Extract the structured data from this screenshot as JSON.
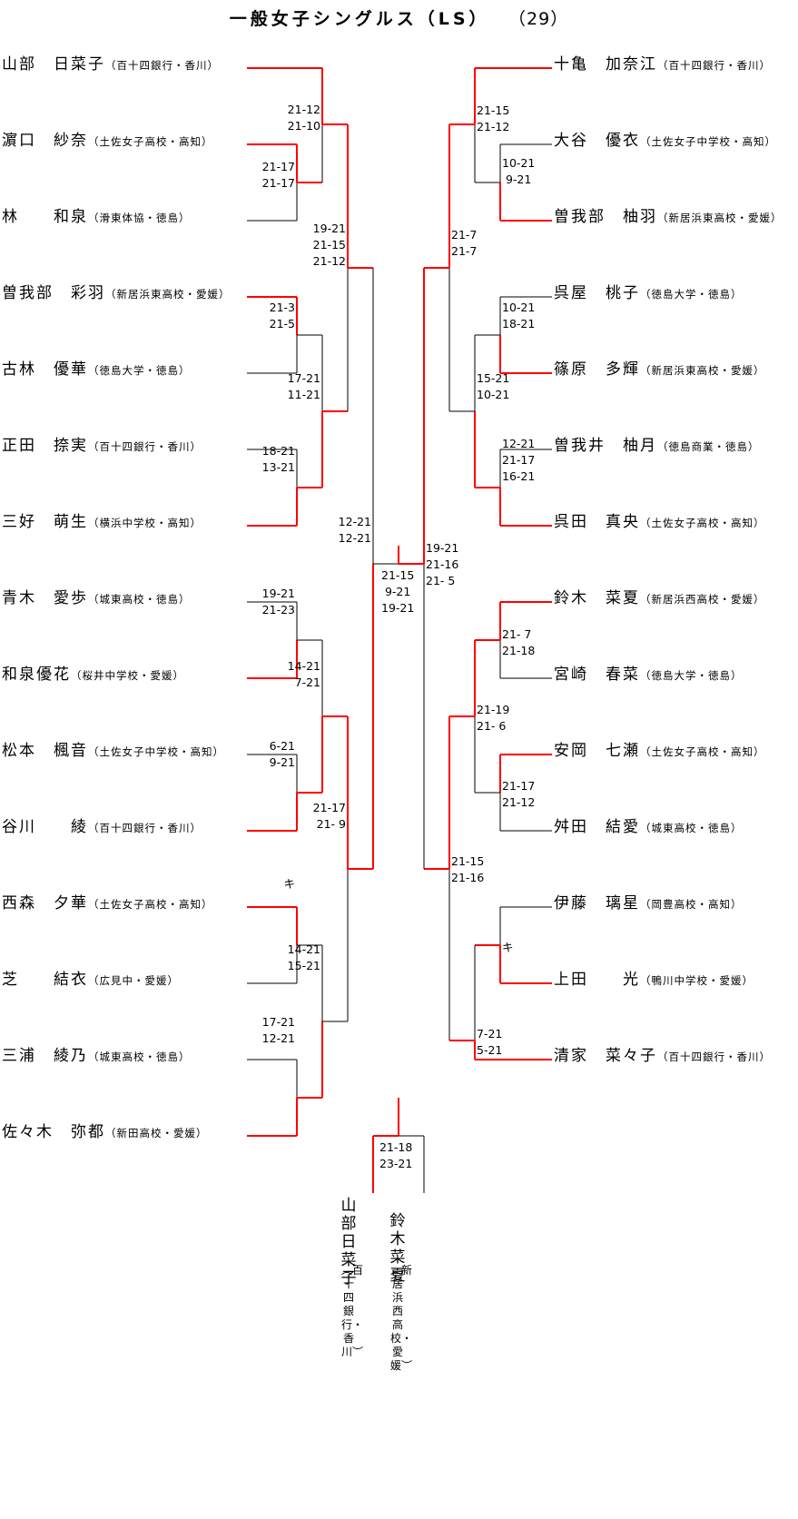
{
  "title": {
    "main": "一般女子シングルス（LS）",
    "count": "（29）"
  },
  "colors": {
    "win": "#ff0000",
    "line": "#000000"
  },
  "left_players": [
    {
      "name": "山部　日菜子",
      "team": "（百十四銀行・香川）"
    },
    {
      "name": "濵口　紗奈",
      "team": "（土佐女子高校・高知）"
    },
    {
      "name": "林　　和泉",
      "team": "（滑東体協・徳島）"
    },
    {
      "name": "曽我部　彩羽",
      "team": "（新居浜東高校・愛媛）"
    },
    {
      "name": "古林　優華",
      "team": "（徳島大学・徳島）"
    },
    {
      "name": "正田　捺実",
      "team": "（百十四銀行・香川）"
    },
    {
      "name": "三好　萌生",
      "team": "（横浜中学校・高知）"
    },
    {
      "name": "青木　愛歩",
      "team": "（城東高校・徳島）"
    },
    {
      "name": "和泉優花",
      "team": "（桜井中学校・愛媛）"
    },
    {
      "name": "松本　楓音",
      "team": "（土佐女子中学校・高知）"
    },
    {
      "name": "谷川　　綾",
      "team": "（百十四銀行・香川）"
    },
    {
      "name": "西森　夕華",
      "team": "（土佐女子高校・高知）"
    },
    {
      "name": "芝　　結衣",
      "team": "（広見中・愛媛）"
    },
    {
      "name": "三浦　綾乃",
      "team": "（城東高校・徳島）"
    },
    {
      "name": "佐々木　弥都",
      "team": "（新田高校・愛媛）"
    }
  ],
  "right_players": [
    {
      "name": "十亀　加奈江",
      "team": "（百十四銀行・香川）"
    },
    {
      "name": "大谷　優衣",
      "team": "（土佐女子中学校・高知）"
    },
    {
      "name": "曽我部　柚羽",
      "team": "（新居浜東高校・愛媛）"
    },
    {
      "name": "呉屋　桃子",
      "team": "（徳島大学・徳島）"
    },
    {
      "name": "篠原　多輝",
      "team": "（新居浜東高校・愛媛）"
    },
    {
      "name": "曽我井　柚月",
      "team": "（徳島商業・徳島）"
    },
    {
      "name": "呉田　真央",
      "team": "（土佐女子高校・高知）"
    },
    {
      "name": "鈴木　菜夏",
      "team": "（新居浜西高校・愛媛）"
    },
    {
      "name": "宮崎　春菜",
      "team": "（徳島大学・徳島）"
    },
    {
      "name": "安岡　七瀬",
      "team": "（土佐女子高校・高知）"
    },
    {
      "name": "舛田　結愛",
      "team": "（城東高校・徳島）"
    },
    {
      "name": "伊藤　璃星",
      "team": "（岡豊高校・高知）"
    },
    {
      "name": "上田　　光",
      "team": "（鴨川中学校・愛媛）"
    },
    {
      "name": "清家　菜々子",
      "team": "（百十四銀行・香川）"
    }
  ],
  "left_scores": [
    [
      "21-12",
      "21-10"
    ],
    [
      "21-17",
      "21-17"
    ],
    [
      "19-21",
      "21-15",
      "21-12"
    ],
    [
      "21-3",
      "21-5"
    ],
    [
      "17-21",
      "11-21"
    ],
    [
      "18-21",
      "13-21"
    ],
    [
      "12-21",
      "12-21"
    ],
    [
      "19-21",
      "21-23"
    ],
    [
      "14-21",
      "7-21"
    ],
    [
      "6-21",
      "9-21"
    ],
    [
      "21-17",
      "21- 9"
    ],
    [
      "キ"
    ],
    [
      "14-21",
      "15-21"
    ],
    [
      "17-21",
      "12-21"
    ]
  ],
  "right_scores": [
    [
      "21-15",
      "21-12"
    ],
    [
      "10-21",
      " 9-21"
    ],
    [
      "21-7",
      "21-7"
    ],
    [
      "10-21",
      "18-21"
    ],
    [
      "15-21",
      "10-21"
    ],
    [
      "12-21",
      "21-17",
      "16-21"
    ],
    [
      "19-21",
      "21-16",
      "21- 5"
    ],
    [
      "21- 7",
      "21-18"
    ],
    [
      "21-19",
      "21- 6"
    ],
    [
      "21-17",
      "21-12"
    ],
    [
      "21-15",
      "21-16"
    ],
    [
      "キ"
    ],
    [
      "7-21",
      "5-21"
    ]
  ],
  "semi_center_scores": [
    "21-15",
    " 9-21",
    "19-21"
  ],
  "final": {
    "scores": [
      "21-18",
      "23-21"
    ],
    "left_name": "山部日菜子",
    "left_team": "︵百十四銀行・香川︶",
    "right_name": "鈴木菜夏",
    "right_team": "︵新居浜西高校・愛媛︶"
  }
}
